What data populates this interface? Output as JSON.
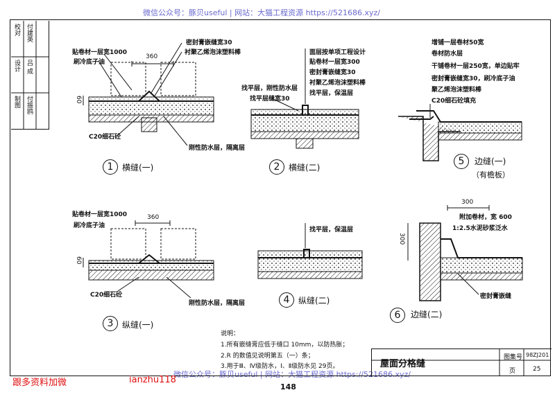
{
  "watermark": {
    "top": "微信公众号：豚贝useful | 网站：大猫工程资源 https://521686.xyz/",
    "bottom": "微信公众号：豚贝useful | 网站：大猫工程资源 https://521686.xyz/"
  },
  "side_block": {
    "col1": [
      "校对",
      "设计",
      "制图"
    ],
    "col2": [
      "付建英",
      "吕  成",
      "付振鸥"
    ]
  },
  "details": [
    {
      "number": "1",
      "caption": "横缝(一)",
      "labels": [
        "贴卷材一层宽1000",
        "刷冷底子油",
        "密封膏嵌缝宽30",
        "衬聚乙烯泡沫塑料棒",
        "360",
        "60",
        "C20细石砼",
        "刚性防水层，隔离层"
      ]
    },
    {
      "number": "2",
      "caption": "横缝(二)",
      "labels": [
        "面层按单项工程设计",
        "贴卷材一层宽300",
        "密封膏嵌缝宽30",
        "衬聚乙烯泡沫塑料棒",
        "找平层，刚性防水层",
        "找平层缝宽30",
        "找平层，保温层"
      ]
    },
    {
      "number": "3",
      "caption": "纵缝(一)",
      "labels": [
        "贴卷材一层宽1000",
        "刷冷底子油",
        "360",
        "60",
        "C20细石砼",
        "刚性防水层，隔离层"
      ]
    },
    {
      "number": "4",
      "caption": "纵缝(二)",
      "labels": [
        "找平层，保温层"
      ]
    },
    {
      "number": "5",
      "caption": "边缝(一)",
      "subcaption": "（有檐板）",
      "labels": [
        "增铺一层卷材50宽",
        "卷材防水层",
        "干铺卷材一层250宽，单边贴牢",
        "密封膏嵌缝宽30，刷冷底子油",
        "聚乙烯泡沫塑料棒",
        "C20细石砼填充"
      ]
    },
    {
      "number": "6",
      "caption": "边缝(二)",
      "labels": [
        "300",
        "附加卷材，宽 600",
        "1:2.5水泥砂浆泛水",
        "300",
        "密封膏嵌缝"
      ]
    }
  ],
  "notes": {
    "heading": "说明：",
    "items": [
      "1.所有嵌缝膏应低于缝口 10mm，以防热胀；",
      "2.R 的数值见说明第五（一）条；",
      "3.用于Ⅲ、Ⅳ级防水，Ⅰ、Ⅱ级防水见 29页。"
    ]
  },
  "title_block": {
    "title": "屋面分格缝",
    "atlas_label": "图集号",
    "atlas_no": "98ZJ201",
    "page_label": "页",
    "page_no": "25"
  },
  "page_number": "148",
  "promo": {
    "left": "跟多资料加微",
    "right": "ianzhu118"
  }
}
